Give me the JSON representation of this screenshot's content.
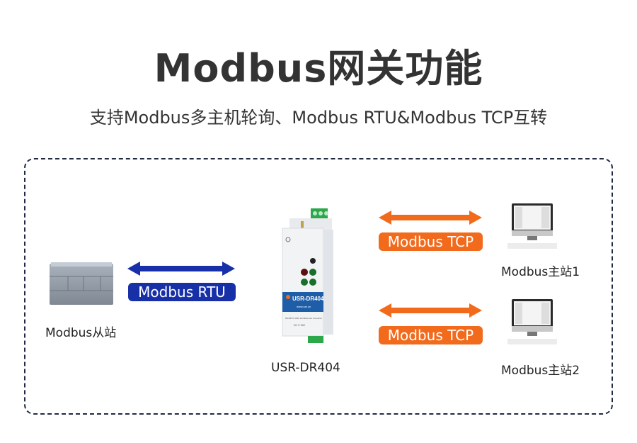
{
  "header": {
    "title": "Modbus网关功能",
    "subtitle": "支持Modbus多主机轮询、Modbus RTU&Modbus TCP互转"
  },
  "nodes": {
    "slave": {
      "label": "Modbus从站",
      "icon": "plc-icon"
    },
    "gateway": {
      "label": "USR-DR404",
      "panel_brand": "USR-DR404",
      "panel_url": "www.usr.cn",
      "panel_desc": "RS485 To WiFi and Ethernet Converter",
      "panel_power": "DC 9~36V",
      "icon": "gateway-device-icon"
    },
    "master1": {
      "label": "Modbus主站1",
      "icon": "computer-icon"
    },
    "master2": {
      "label": "Modbus主站2",
      "icon": "computer-icon"
    }
  },
  "links": {
    "rtu": {
      "label": "Modbus RTU",
      "color": "#1730a8"
    },
    "tcp1": {
      "label": "Modbus TCP",
      "color": "#f26a1b"
    },
    "tcp2": {
      "label": "Modbus TCP",
      "color": "#f26a1b"
    }
  },
  "colors": {
    "frame": "#1f2a44",
    "text": "#333333"
  }
}
